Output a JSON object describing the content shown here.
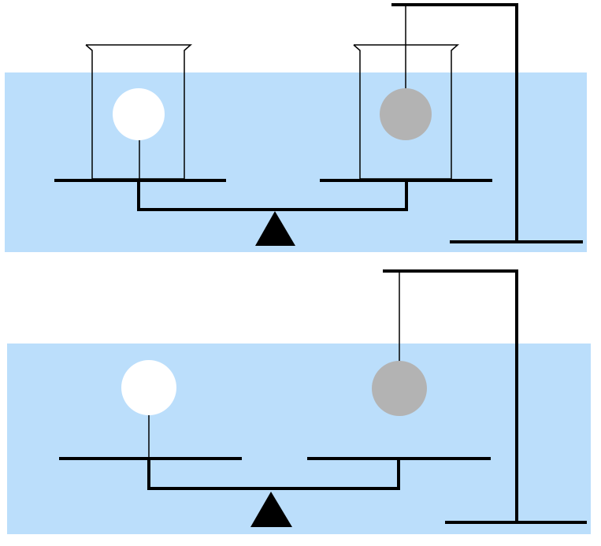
{
  "colors": {
    "background": "#ffffff",
    "water": "#bbdefb",
    "line": "#000000",
    "white_ball": "#ffffff",
    "gray_ball": "#b3b3b3",
    "fulcrum": "#000000"
  },
  "scenes": [
    {
      "name": "top-scene",
      "has_beakers": true,
      "left_ball": "white",
      "right_ball": "gray",
      "left_ball_support": "rod-from-pan",
      "right_ball_support": "string-from-stand"
    },
    {
      "name": "bottom-scene",
      "has_beakers": false,
      "left_ball": "white",
      "right_ball": "gray",
      "left_ball_support": "rod-from-pan",
      "right_ball_support": "string-from-stand"
    }
  ]
}
